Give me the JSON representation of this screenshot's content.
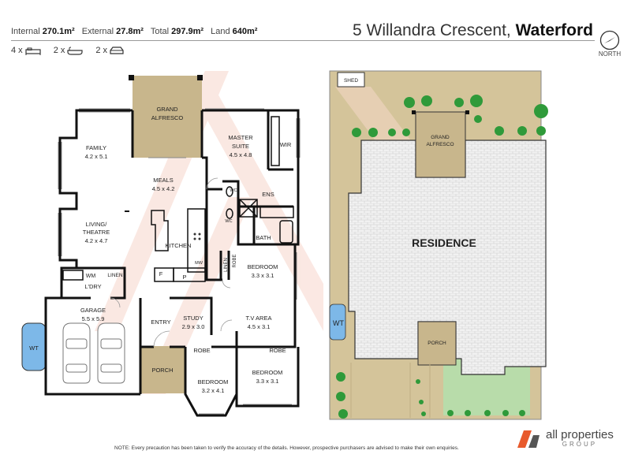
{
  "header": {
    "internal_label": "Internal",
    "internal_value": "270.1m²",
    "external_label": "External",
    "external_value": "27.8m²",
    "total_label": "Total",
    "total_value": "297.9m²",
    "land_label": "Land",
    "land_value": "640m²",
    "beds_count": "4 x",
    "baths_count": "2 x",
    "cars_count": "2 x",
    "address_street": "5 Willandra Crescent,",
    "address_suburb": "Waterford",
    "north_label": "NORTH"
  },
  "floorplan": {
    "grand_alfresco": [
      "GRAND",
      "ALFRESCO"
    ],
    "family": [
      "FAMILY",
      "4.2 x 5.1"
    ],
    "meals": [
      "MEALS",
      "4.5 x 4.2"
    ],
    "living": [
      "LIVING/",
      "THEATRE",
      "4.2 x 4.7"
    ],
    "master": [
      "MASTER",
      "SUITE",
      "4.5 x 4.8"
    ],
    "wir": "WIR",
    "wc": "WC",
    "ens": "ENS",
    "kitchen": "KITCHEN",
    "bath": "BATH",
    "mw": "MW",
    "linen_v": "LINEN",
    "robe_v": "ROBE",
    "bedroom_east": [
      "BEDROOM",
      "3.3 x 3.1"
    ],
    "wm": "WM",
    "linen": "LINEN",
    "laundry": "L'DRY",
    "f": "F",
    "p": "P",
    "garage": [
      "GARAGE",
      "5.5 x 5.9"
    ],
    "wt": "WT",
    "entry": "ENTRY",
    "study": [
      "STUDY",
      "2.9 x 3.0"
    ],
    "tv_area": [
      "T.V AREA",
      "4.5 x 3.1"
    ],
    "porch": "PORCH",
    "robe": "ROBE",
    "bedroom_sw": [
      "BEDROOM",
      "3.2 x 4.1"
    ],
    "bedroom_se": [
      "BEDROOM",
      "3.3 x 3.1"
    ]
  },
  "siteplan": {
    "shed": "SHED",
    "grand_alfresco": [
      "GRAND",
      "ALFRESCO"
    ],
    "residence": "RESIDENCE",
    "wt": "WT",
    "porch": "PORCH"
  },
  "footer": {
    "note": "NOTE: Every precaution has been taken to verify the accuracy of the details. However, prospective purchasers are advised to make their own enquiries.",
    "brand_main": "all properties",
    "brand_sub": "GROUP"
  },
  "colors": {
    "alfresco": "#c8b68c",
    "site_ground": "#d4c49a",
    "lawn": "#b8dcaa",
    "tree": "#2f9a3a",
    "water_tank": "#7db8e8",
    "watermark": "#f7d6cc"
  }
}
